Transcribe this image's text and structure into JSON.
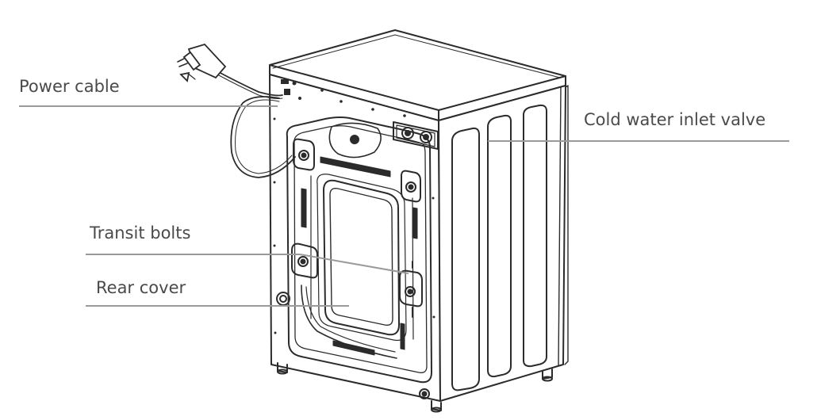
{
  "callouts": {
    "power_cable": "Power cable",
    "cold_water_inlet_valve": "Cold water inlet valve",
    "transit_bolts": "Transit bolts",
    "rear_cover": "Rear cover"
  },
  "colors": {
    "line_art": "#2b2b2b",
    "leader_line": "#9a9a9a",
    "label_text": "#4a4a4a",
    "background": "#ffffff"
  }
}
